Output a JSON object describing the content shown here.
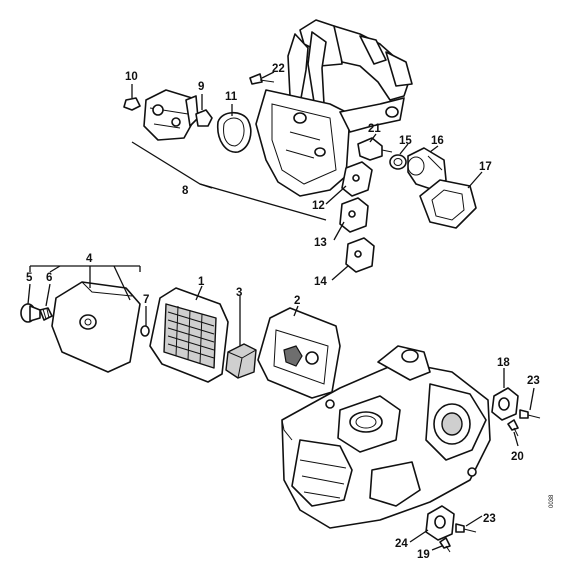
{
  "labels": {
    "p1": "1",
    "p2": "2",
    "p3": "3",
    "p4": "4",
    "p5": "5",
    "p6": "6",
    "p7": "7",
    "p8": "8",
    "p9": "9",
    "p10": "10",
    "p11": "11",
    "p12": "12",
    "p13": "13",
    "p14": "14",
    "p15": "15",
    "p16": "16",
    "p17": "17",
    "p18": "18",
    "p19": "19",
    "p20": "20",
    "p21": "21",
    "p22": "22",
    "p23a": "23",
    "p23b": "23",
    "p24": "24"
  },
  "drawing_code": "0038"
}
